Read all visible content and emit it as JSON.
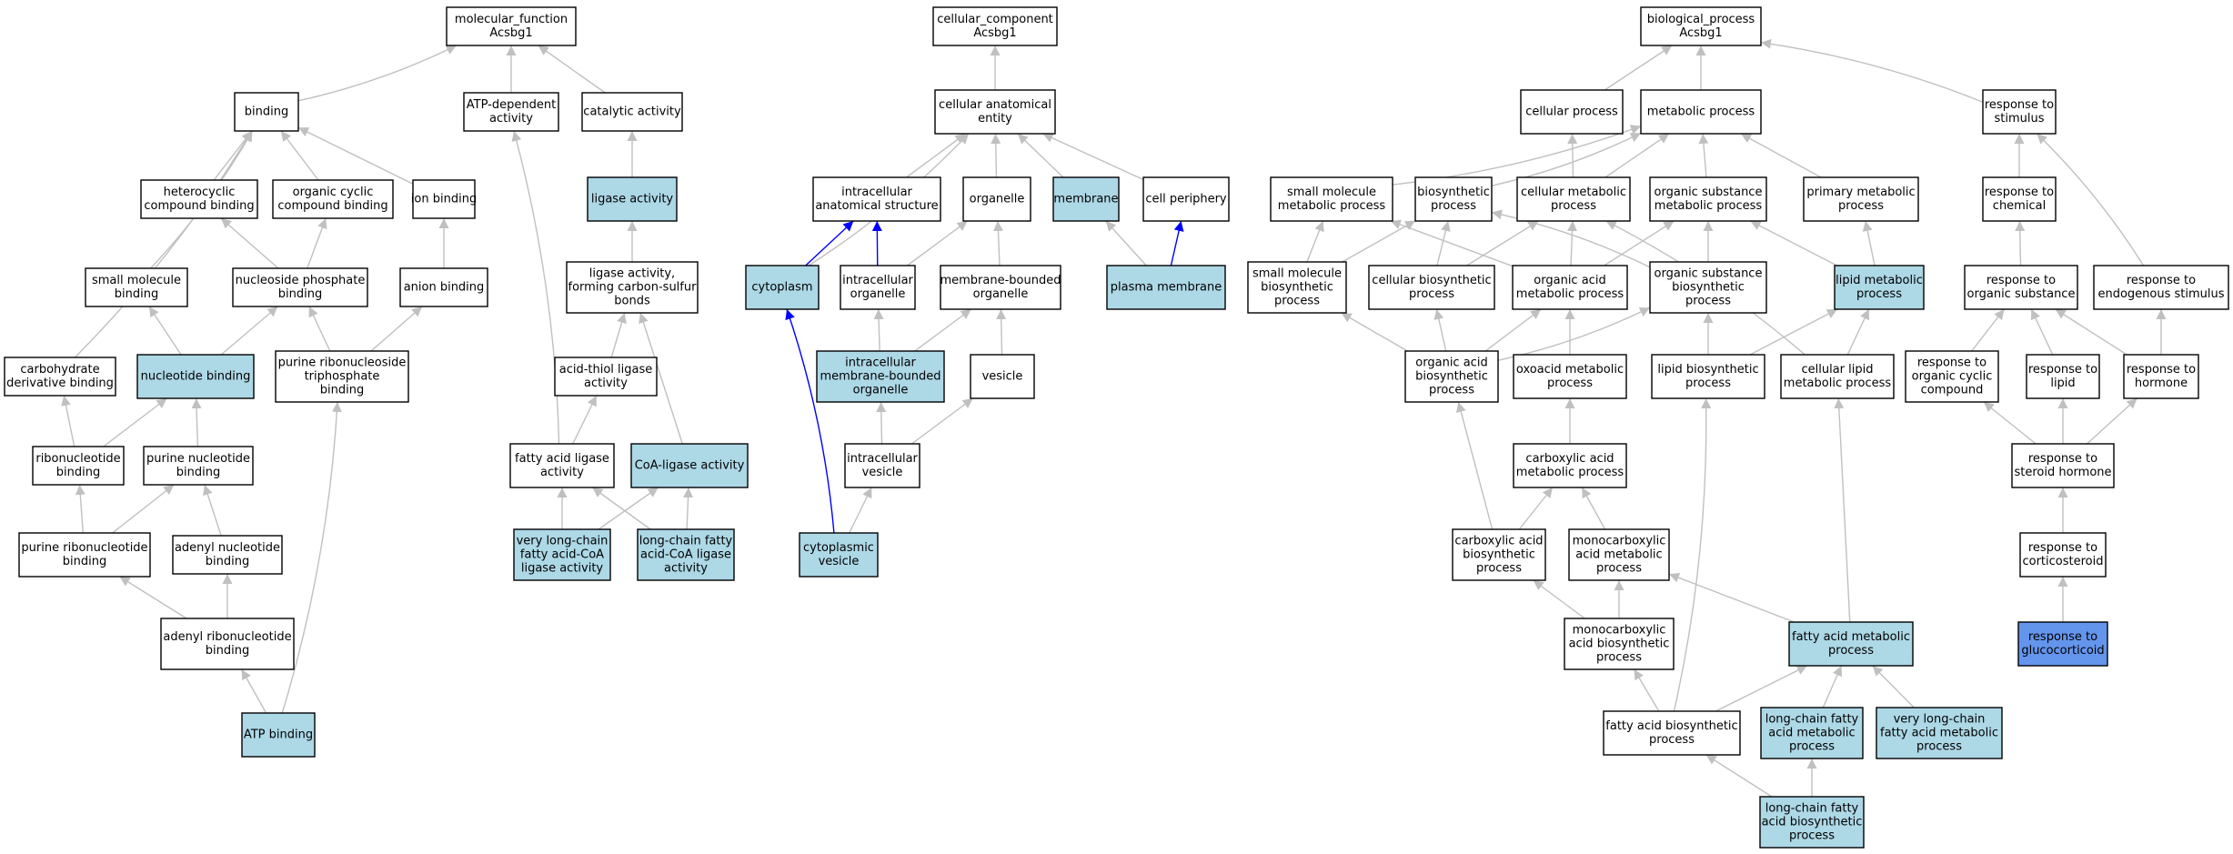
{
  "colors": {
    "node_default": "#ffffff",
    "node_annotated": "#add8e6",
    "node_query": "#6495ed",
    "edge_default": "#c0c0c0",
    "edge_highlight": "#0000ff",
    "border": "#000000"
  },
  "nodes": [
    {
      "id": "mf",
      "lines": [
        "molecular_function",
        "Acsbg1"
      ],
      "status": "default"
    },
    {
      "id": "binding",
      "lines": [
        "binding"
      ],
      "status": "default"
    },
    {
      "id": "atpdep",
      "lines": [
        "ATP-dependent",
        "activity"
      ],
      "status": "default"
    },
    {
      "id": "catalytic",
      "lines": [
        "catalytic activity"
      ],
      "status": "default"
    },
    {
      "id": "hetero",
      "lines": [
        "heterocyclic",
        "compound binding"
      ],
      "status": "default"
    },
    {
      "id": "orgcyc",
      "lines": [
        "organic cyclic",
        "compound binding"
      ],
      "status": "default"
    },
    {
      "id": "ion",
      "lines": [
        "ion binding"
      ],
      "status": "default"
    },
    {
      "id": "ligase",
      "lines": [
        "ligase activity"
      ],
      "status": "annotated"
    },
    {
      "id": "smallmol",
      "lines": [
        "small molecule",
        "binding"
      ],
      "status": "default"
    },
    {
      "id": "nucphos",
      "lines": [
        "nucleoside phosphate",
        "binding"
      ],
      "status": "default"
    },
    {
      "id": "anion",
      "lines": [
        "anion binding"
      ],
      "status": "default"
    },
    {
      "id": "ligasecs",
      "lines": [
        "ligase activity,",
        "forming carbon-sulfur",
        "bonds"
      ],
      "status": "default"
    },
    {
      "id": "carbo",
      "lines": [
        "carbohydrate",
        "derivative binding"
      ],
      "status": "default"
    },
    {
      "id": "nucleotide",
      "lines": [
        "nucleotide binding"
      ],
      "status": "annotated"
    },
    {
      "id": "purtri",
      "lines": [
        "purine ribonucleoside",
        "triphosphate",
        "binding"
      ],
      "status": "default"
    },
    {
      "id": "acidthiol",
      "lines": [
        "acid-thiol ligase",
        "activity"
      ],
      "status": "default"
    },
    {
      "id": "ribonuc",
      "lines": [
        "ribonucleotide",
        "binding"
      ],
      "status": "default"
    },
    {
      "id": "purnuc",
      "lines": [
        "purine nucleotide",
        "binding"
      ],
      "status": "default"
    },
    {
      "id": "faligase",
      "lines": [
        "fatty acid ligase",
        "activity"
      ],
      "status": "default"
    },
    {
      "id": "coaligase",
      "lines": [
        "CoA-ligase activity"
      ],
      "status": "annotated"
    },
    {
      "id": "purribo",
      "lines": [
        "purine ribonucleotide",
        "binding"
      ],
      "status": "default"
    },
    {
      "id": "adenylnuc",
      "lines": [
        "adenyl nucleotide",
        "binding"
      ],
      "status": "default"
    },
    {
      "id": "vlcfa",
      "lines": [
        "very long-chain",
        "fatty acid-CoA",
        "ligase activity"
      ],
      "status": "annotated"
    },
    {
      "id": "lcfa",
      "lines": [
        "long-chain fatty",
        "acid-CoA ligase",
        "activity"
      ],
      "status": "annotated"
    },
    {
      "id": "adenylribo",
      "lines": [
        "adenyl ribonucleotide",
        "binding"
      ],
      "status": "default"
    },
    {
      "id": "atpbinding",
      "lines": [
        "ATP binding"
      ],
      "status": "annotated"
    },
    {
      "id": "cc",
      "lines": [
        "cellular_component",
        "Acsbg1"
      ],
      "status": "default"
    },
    {
      "id": "cae",
      "lines": [
        "cellular anatomical",
        "entity"
      ],
      "status": "default"
    },
    {
      "id": "ias",
      "lines": [
        "intracellular",
        "anatomical structure"
      ],
      "status": "default"
    },
    {
      "id": "organelle",
      "lines": [
        "organelle"
      ],
      "status": "default"
    },
    {
      "id": "membrane",
      "lines": [
        "membrane"
      ],
      "status": "annotated"
    },
    {
      "id": "periphery",
      "lines": [
        "cell periphery"
      ],
      "status": "default"
    },
    {
      "id": "cytoplasm",
      "lines": [
        "cytoplasm"
      ],
      "status": "annotated"
    },
    {
      "id": "intraorg",
      "lines": [
        "intracellular",
        "organelle"
      ],
      "status": "default"
    },
    {
      "id": "mbo",
      "lines": [
        "membrane-bounded",
        "organelle"
      ],
      "status": "default"
    },
    {
      "id": "plasma",
      "lines": [
        "plasma membrane"
      ],
      "status": "annotated"
    },
    {
      "id": "imbo",
      "lines": [
        "intracellular",
        "membrane-bounded",
        "organelle"
      ],
      "status": "annotated"
    },
    {
      "id": "vesicle",
      "lines": [
        "vesicle"
      ],
      "status": "default"
    },
    {
      "id": "intravesicle",
      "lines": [
        "intracellular",
        "vesicle"
      ],
      "status": "default"
    },
    {
      "id": "cytovesicle",
      "lines": [
        "cytoplasmic",
        "vesicle"
      ],
      "status": "annotated"
    },
    {
      "id": "bp",
      "lines": [
        "biological_process",
        "Acsbg1"
      ],
      "status": "default"
    },
    {
      "id": "cellproc",
      "lines": [
        "cellular process"
      ],
      "status": "default"
    },
    {
      "id": "metproc",
      "lines": [
        "metabolic process"
      ],
      "status": "default"
    },
    {
      "id": "stimulus",
      "lines": [
        "response to",
        "stimulus"
      ],
      "status": "default"
    },
    {
      "id": "smmp",
      "lines": [
        "small molecule",
        "metabolic process"
      ],
      "status": "default"
    },
    {
      "id": "biosyn",
      "lines": [
        "biosynthetic",
        "process"
      ],
      "status": "default"
    },
    {
      "id": "cellmet",
      "lines": [
        "cellular metabolic",
        "process"
      ],
      "status": "default"
    },
    {
      "id": "orgsubmet",
      "lines": [
        "organic substance",
        "metabolic process"
      ],
      "status": "default"
    },
    {
      "id": "primmet",
      "lines": [
        "primary metabolic",
        "process"
      ],
      "status": "default"
    },
    {
      "id": "chem",
      "lines": [
        "response to",
        "chemical"
      ],
      "status": "default"
    },
    {
      "id": "smbp",
      "lines": [
        "small molecule",
        "biosynthetic",
        "process"
      ],
      "status": "default"
    },
    {
      "id": "cellbio",
      "lines": [
        "cellular biosynthetic",
        "process"
      ],
      "status": "default"
    },
    {
      "id": "oamp",
      "lines": [
        "organic acid",
        "metabolic process"
      ],
      "status": "default"
    },
    {
      "id": "osbp",
      "lines": [
        "organic substance",
        "biosynthetic",
        "process"
      ],
      "status": "default"
    },
    {
      "id": "lipidmet",
      "lines": [
        "lipid metabolic",
        "process"
      ],
      "status": "annotated"
    },
    {
      "id": "orgsub",
      "lines": [
        "response to",
        "organic substance"
      ],
      "status": "default"
    },
    {
      "id": "endo",
      "lines": [
        "response to",
        "endogenous stimulus"
      ],
      "status": "default"
    },
    {
      "id": "oabp",
      "lines": [
        "organic acid",
        "biosynthetic",
        "process"
      ],
      "status": "default"
    },
    {
      "id": "oxo",
      "lines": [
        "oxoacid metabolic",
        "process"
      ],
      "status": "default"
    },
    {
      "id": "lipidbio",
      "lines": [
        "lipid biosynthetic",
        "process"
      ],
      "status": "default"
    },
    {
      "id": "celllipid",
      "lines": [
        "cellular lipid",
        "metabolic process"
      ],
      "status": "default"
    },
    {
      "id": "orgcyclic",
      "lines": [
        "response to",
        "organic cyclic",
        "compound"
      ],
      "status": "default"
    },
    {
      "id": "lipid",
      "lines": [
        "response to",
        "lipid"
      ],
      "status": "default"
    },
    {
      "id": "hormone",
      "lines": [
        "response to",
        "hormone"
      ],
      "status": "default"
    },
    {
      "id": "camp",
      "lines": [
        "carboxylic acid",
        "metabolic process"
      ],
      "status": "default"
    },
    {
      "id": "steroid",
      "lines": [
        "response to",
        "steroid hormone"
      ],
      "status": "default"
    },
    {
      "id": "cabp",
      "lines": [
        "carboxylic acid",
        "biosynthetic",
        "process"
      ],
      "status": "default"
    },
    {
      "id": "mcamp",
      "lines": [
        "monocarboxylic",
        "acid metabolic",
        "process"
      ],
      "status": "default"
    },
    {
      "id": "cortico",
      "lines": [
        "response to",
        "corticosteroid"
      ],
      "status": "default"
    },
    {
      "id": "mcabp",
      "lines": [
        "monocarboxylic",
        "acid biosynthetic",
        "process"
      ],
      "status": "default"
    },
    {
      "id": "famp",
      "lines": [
        "fatty acid metabolic",
        "process"
      ],
      "status": "annotated"
    },
    {
      "id": "gluco",
      "lines": [
        "response to",
        "glucocorticoid"
      ],
      "status": "query"
    },
    {
      "id": "fabp",
      "lines": [
        "fatty acid biosynthetic",
        "process"
      ],
      "status": "default"
    },
    {
      "id": "lcfamp",
      "lines": [
        "long-chain fatty",
        "acid metabolic",
        "process"
      ],
      "status": "annotated"
    },
    {
      "id": "vlcfamp",
      "lines": [
        "very long-chain",
        "fatty acid metabolic",
        "process"
      ],
      "status": "annotated"
    },
    {
      "id": "lcfabp",
      "lines": [
        "long-chain fatty",
        "acid biosynthetic",
        "process"
      ],
      "status": "annotated"
    }
  ],
  "edges": [
    {
      "from": "binding",
      "to": "mf"
    },
    {
      "from": "atpdep",
      "to": "mf"
    },
    {
      "from": "catalytic",
      "to": "mf"
    },
    {
      "from": "hetero",
      "to": "binding"
    },
    {
      "from": "orgcyc",
      "to": "binding"
    },
    {
      "from": "ion",
      "to": "binding"
    },
    {
      "from": "smallmol",
      "to": "binding"
    },
    {
      "from": "carbo",
      "to": "binding"
    },
    {
      "from": "ligase",
      "to": "catalytic"
    },
    {
      "from": "nucphos",
      "to": "hetero"
    },
    {
      "from": "nucphos",
      "to": "orgcyc"
    },
    {
      "from": "anion",
      "to": "ion"
    },
    {
      "from": "ligasecs",
      "to": "ligase"
    },
    {
      "from": "nucleotide",
      "to": "smallmol"
    },
    {
      "from": "nucleotide",
      "to": "nucphos"
    },
    {
      "from": "purtri",
      "to": "nucphos"
    },
    {
      "from": "purtri",
      "to": "anion"
    },
    {
      "from": "acidthiol",
      "to": "ligasecs"
    },
    {
      "from": "coaligase",
      "to": "ligasecs"
    },
    {
      "from": "ribonuc",
      "to": "carbo"
    },
    {
      "from": "ribonuc",
      "to": "nucleotide"
    },
    {
      "from": "purnuc",
      "to": "nucleotide"
    },
    {
      "from": "faligase",
      "to": "acidthiol"
    },
    {
      "from": "faligase",
      "to": "atpdep"
    },
    {
      "from": "purribo",
      "to": "ribonuc"
    },
    {
      "from": "purribo",
      "to": "purnuc"
    },
    {
      "from": "adenylnuc",
      "to": "purnuc"
    },
    {
      "from": "vlcfa",
      "to": "faligase"
    },
    {
      "from": "vlcfa",
      "to": "coaligase"
    },
    {
      "from": "lcfa",
      "to": "faligase"
    },
    {
      "from": "lcfa",
      "to": "coaligase"
    },
    {
      "from": "adenylribo",
      "to": "purribo"
    },
    {
      "from": "adenylribo",
      "to": "adenylnuc"
    },
    {
      "from": "atpbinding",
      "to": "adenylribo"
    },
    {
      "from": "atpbinding",
      "to": "purtri"
    },
    {
      "from": "cae",
      "to": "cc"
    },
    {
      "from": "ias",
      "to": "cae"
    },
    {
      "from": "organelle",
      "to": "cae"
    },
    {
      "from": "membrane",
      "to": "cae"
    },
    {
      "from": "periphery",
      "to": "cae"
    },
    {
      "from": "cytoplasm",
      "to": "cae"
    },
    {
      "from": "cytoplasm",
      "to": "ias",
      "highlight": true
    },
    {
      "from": "intraorg",
      "to": "ias",
      "highlight": true
    },
    {
      "from": "intraorg",
      "to": "organelle"
    },
    {
      "from": "mbo",
      "to": "organelle"
    },
    {
      "from": "plasma",
      "to": "membrane"
    },
    {
      "from": "plasma",
      "to": "periphery",
      "highlight": true
    },
    {
      "from": "imbo",
      "to": "intraorg"
    },
    {
      "from": "imbo",
      "to": "mbo"
    },
    {
      "from": "vesicle",
      "to": "mbo"
    },
    {
      "from": "intravesicle",
      "to": "imbo"
    },
    {
      "from": "intravesicle",
      "to": "vesicle"
    },
    {
      "from": "cytovesicle",
      "to": "intravesicle"
    },
    {
      "from": "cytovesicle",
      "to": "cytoplasm",
      "highlight": true
    },
    {
      "from": "cellproc",
      "to": "bp"
    },
    {
      "from": "metproc",
      "to": "bp"
    },
    {
      "from": "stimulus",
      "to": "bp"
    },
    {
      "from": "smmp",
      "to": "metproc"
    },
    {
      "from": "biosyn",
      "to": "metproc"
    },
    {
      "from": "cellmet",
      "to": "cellproc"
    },
    {
      "from": "cellmet",
      "to": "metproc"
    },
    {
      "from": "orgsubmet",
      "to": "metproc"
    },
    {
      "from": "primmet",
      "to": "metproc"
    },
    {
      "from": "chem",
      "to": "stimulus"
    },
    {
      "from": "smbp",
      "to": "smmp"
    },
    {
      "from": "smbp",
      "to": "biosyn"
    },
    {
      "from": "cellbio",
      "to": "biosyn"
    },
    {
      "from": "cellbio",
      "to": "cellmet"
    },
    {
      "from": "oamp",
      "to": "smmp"
    },
    {
      "from": "oamp",
      "to": "cellmet"
    },
    {
      "from": "oamp",
      "to": "orgsubmet"
    },
    {
      "from": "osbp",
      "to": "biosyn"
    },
    {
      "from": "osbp",
      "to": "orgsubmet"
    },
    {
      "from": "lipidmet",
      "to": "primmet"
    },
    {
      "from": "lipidmet",
      "to": "orgsubmet"
    },
    {
      "from": "orgsub",
      "to": "chem"
    },
    {
      "from": "endo",
      "to": "stimulus"
    },
    {
      "from": "oabp",
      "to": "smbp"
    },
    {
      "from": "oabp",
      "to": "cellbio"
    },
    {
      "from": "oabp",
      "to": "oamp"
    },
    {
      "from": "oabp",
      "to": "osbp"
    },
    {
      "from": "oxo",
      "to": "oamp"
    },
    {
      "from": "lipidbio",
      "to": "osbp"
    },
    {
      "from": "lipidbio",
      "to": "lipidmet"
    },
    {
      "from": "celllipid",
      "to": "cellmet"
    },
    {
      "from": "celllipid",
      "to": "lipidmet"
    },
    {
      "from": "orgcyclic",
      "to": "orgsub"
    },
    {
      "from": "lipid",
      "to": "orgsub"
    },
    {
      "from": "hormone",
      "to": "orgsub"
    },
    {
      "from": "hormone",
      "to": "endo"
    },
    {
      "from": "camp",
      "to": "oxo"
    },
    {
      "from": "steroid",
      "to": "orgcyclic"
    },
    {
      "from": "steroid",
      "to": "lipid"
    },
    {
      "from": "steroid",
      "to": "hormone"
    },
    {
      "from": "cabp",
      "to": "oabp"
    },
    {
      "from": "cabp",
      "to": "camp"
    },
    {
      "from": "mcamp",
      "to": "camp"
    },
    {
      "from": "cortico",
      "to": "steroid"
    },
    {
      "from": "mcabp",
      "to": "cabp"
    },
    {
      "from": "mcabp",
      "to": "mcamp"
    },
    {
      "from": "famp",
      "to": "mcamp"
    },
    {
      "from": "famp",
      "to": "celllipid"
    },
    {
      "from": "gluco",
      "to": "cortico"
    },
    {
      "from": "fabp",
      "to": "mcabp"
    },
    {
      "from": "fabp",
      "to": "famp"
    },
    {
      "from": "fabp",
      "to": "lipidbio"
    },
    {
      "from": "lcfamp",
      "to": "famp"
    },
    {
      "from": "vlcfamp",
      "to": "famp"
    },
    {
      "from": "lcfabp",
      "to": "fabp"
    },
    {
      "from": "lcfabp",
      "to": "lcfamp"
    }
  ]
}
